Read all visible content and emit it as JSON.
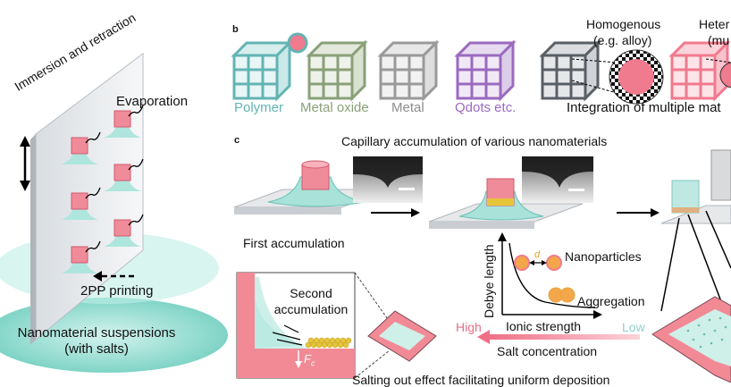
{
  "panel_a": {
    "immersion_label": "Immersion and retraction",
    "evaporation_label": "Evaporation",
    "printing_label": "2PP printing",
    "suspension_line1": "Nanomaterial suspensions",
    "suspension_line2": "(with salts)"
  },
  "panel_b": {
    "panel_letter": "b",
    "materials": [
      "Polymer",
      "Metal oxide",
      "Metal",
      "Qdots etc."
    ],
    "homogenous_line1": "Homogenous",
    "homogenous_line2": "(e.g. alloy)",
    "hetero_line1": "Heter",
    "hetero_line2": "(mu",
    "integration_label": "Integration of multiple mat"
  },
  "panel_c": {
    "panel_letter": "c",
    "title": "Capillary accumulation of various nanomaterials",
    "first_accumulation": "First accumulation",
    "second_line1": "Second",
    "second_line2": "accumulation",
    "force_label": "F",
    "force_sub": "c",
    "debye_axis": "Debye length",
    "ionic_axis": "Ionic strength",
    "distance_label": "d",
    "nanoparticles_label": "Nanoparticles",
    "aggregation_label": "Aggregation",
    "high_label": "High",
    "low_label": "Low",
    "salt_label": "Salt concentration",
    "bottom_caption": "Salting out effect facilitating uniform deposition"
  },
  "colors": {
    "polymer": "#63b4b4",
    "metal_oxide": "#8aa078",
    "metal": "#8f8f8f",
    "qdots": "#9a6abf",
    "pink": "#f07a8e",
    "teal_liquid": "#8fd8cc"
  }
}
